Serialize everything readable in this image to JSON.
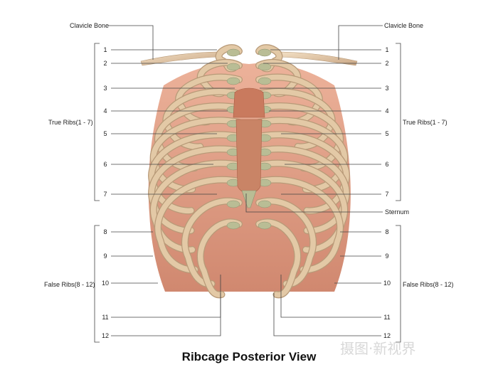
{
  "title": "Ribcage Posterior View",
  "clavicle_label": "Clavicle Bone",
  "sternum_label": "Sternum",
  "true_ribs_label": "True Ribs(1 - 7)",
  "false_ribs_label": "False Ribs(8 - 12)",
  "rib_numbers": [
    "1",
    "2",
    "3",
    "4",
    "5",
    "6",
    "7",
    "8",
    "9",
    "10",
    "11",
    "12"
  ],
  "watermark": "摄图·新视界",
  "colors": {
    "bone": "#e3c9a6",
    "bone_edge": "#b89a78",
    "cartilage": "#b9bd95",
    "muscle": "#d98a6e",
    "sternum": "#c97a5e",
    "line": "#444444"
  }
}
